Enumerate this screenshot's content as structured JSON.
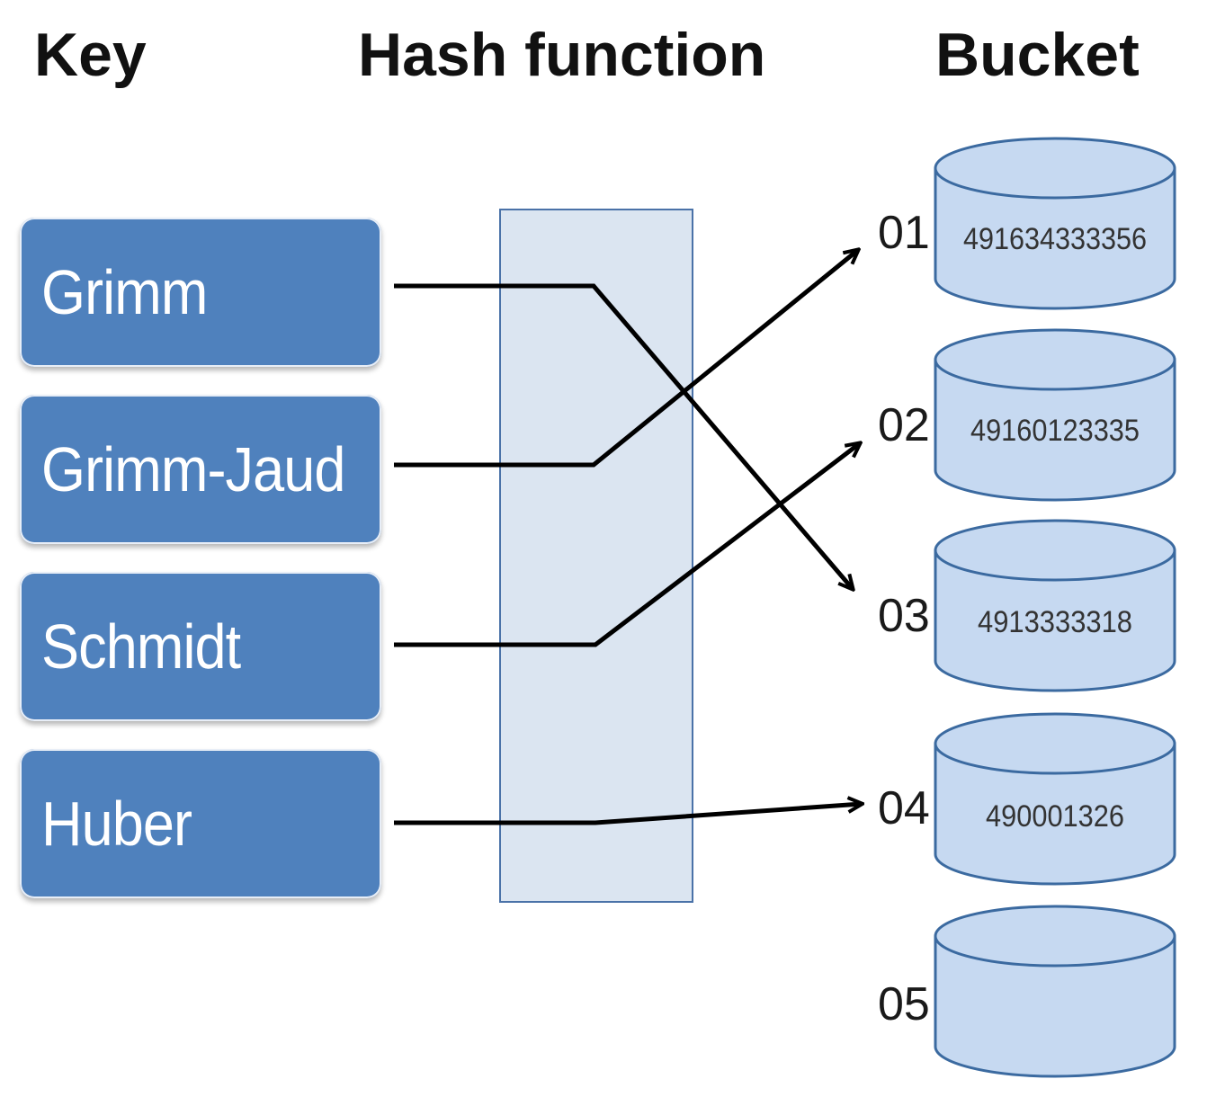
{
  "headings": {
    "key": "Key",
    "hash": "Hash function",
    "bucket": "Bucket"
  },
  "keys": [
    "Grimm",
    "Grimm-Jaud",
    "Schmidt",
    "Huber"
  ],
  "buckets": [
    {
      "number": "01",
      "value": "491634333356"
    },
    {
      "number": "02",
      "value": "49160123335"
    },
    {
      "number": "03",
      "value": "4913333318"
    },
    {
      "number": "04",
      "value": "490001326"
    },
    {
      "number": "05",
      "value": ""
    }
  ],
  "mapping": [
    {
      "key": "Grimm",
      "bucket": "03"
    },
    {
      "key": "Grimm-Jaud",
      "bucket": "01"
    },
    {
      "key": "Schmidt",
      "bucket": "02"
    },
    {
      "key": "Huber",
      "bucket": "04"
    }
  ],
  "colors": {
    "key_box": "#4f81bd",
    "hash_box": "#dbe5f1",
    "bucket_fill": "#c6d9f1",
    "bucket_stroke": "#3b6aa0",
    "arrow": "#000000"
  }
}
